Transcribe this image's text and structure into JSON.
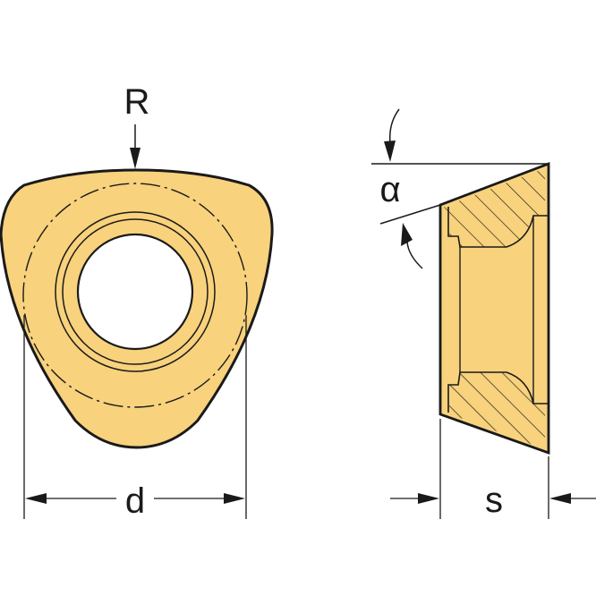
{
  "labels": {
    "radius": "R",
    "diameter": "d",
    "clearance_angle": "α",
    "thickness": "s"
  },
  "colors": {
    "insert_fill": "#f8d27c",
    "line": "#1a1a1a",
    "background": "#ffffff"
  }
}
